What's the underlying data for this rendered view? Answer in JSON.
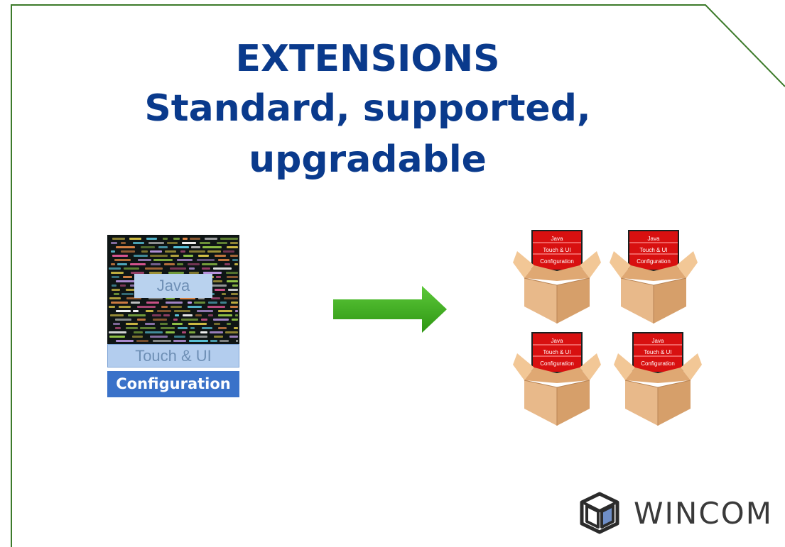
{
  "title": {
    "line1": "EXTENSIONS",
    "line2": "Standard, supported,",
    "line3": "upgradable"
  },
  "left_stack": {
    "java_label": "Java",
    "touch_label": "Touch & UI",
    "config_label": "Configuration"
  },
  "boxes": [
    {
      "java": "Java",
      "touch": "Touch & UI",
      "config": "Configuration"
    },
    {
      "java": "Java",
      "touch": "Touch & UI",
      "config": "Configuration"
    },
    {
      "java": "Java",
      "touch": "Touch & UI",
      "config": "Configuration"
    },
    {
      "java": "Java",
      "touch": "Touch & UI",
      "config": "Configuration"
    }
  ],
  "logo": {
    "text": "WINCOM",
    "icon": "cube-icon"
  },
  "colors": {
    "title": "#0a3a8c",
    "frame": "#3c7a2a",
    "arrow": "#3aa81a",
    "config_blue": "#3a72c9",
    "box_red": "#e01010",
    "cardboard": "#e8b98a"
  }
}
